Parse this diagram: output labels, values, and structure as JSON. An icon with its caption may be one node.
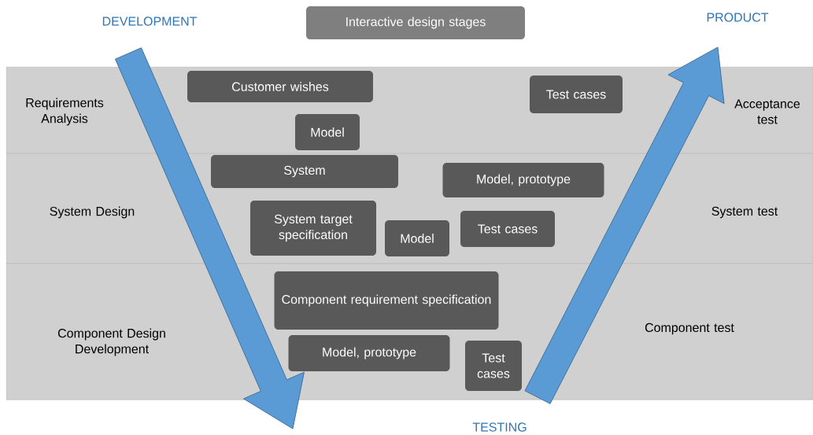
{
  "diagram": {
    "nodes": [
      {
        "text": [
          "Interactive design stages"
        ]
      },
      {
        "text": [
          "Requirements Analysis",
          "Acceptance test"
        ]
      },
      {
        "text": [
          "Customer wishes"
        ],
        "in": 1
      },
      {
        "text": [
          "Test cases"
        ],
        "in": 1
      },
      {
        "text": [
          "Model"
        ],
        "in": 1
      },
      {
        "text": [
          "System Design",
          "System test"
        ]
      },
      {
        "text": [
          "System"
        ],
        "in": 5
      },
      {
        "text": [
          "Model, prototype"
        ],
        "in": 5
      },
      {
        "text": [
          "System target specification"
        ],
        "in": 5
      },
      {
        "text": [
          "Model"
        ],
        "in": 5
      },
      {
        "text": [
          "Test cases"
        ],
        "in": 5
      },
      {
        "text": [
          "Component Design Development",
          "Component test"
        ]
      },
      {
        "text": [
          "Component requirement specification"
        ],
        "in": 11
      },
      {
        "text": [
          "Model, prototype"
        ],
        "in": 11
      },
      {
        "text": [
          "Test cases"
        ],
        "in": 11
      }
    ],
    "labels": [
      "DEVELOPMENT",
      "PRODUCT",
      "TESTING"
    ]
  }
}
